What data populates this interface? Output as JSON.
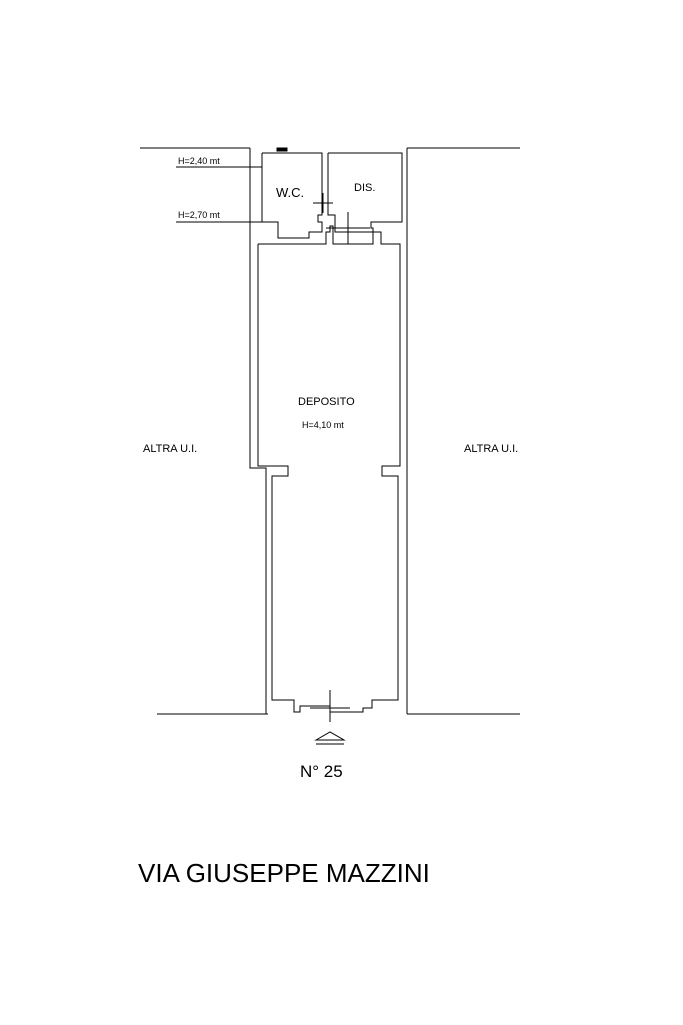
{
  "labels": {
    "h_wc": "H=2,40 mt",
    "h_dis": "H=2,70 mt",
    "wc": "W.C.",
    "dis": "DIS.",
    "deposito": "DEPOSITO",
    "h_deposito": "H=4,10 mt",
    "altra_left": "ALTRA U.I.",
    "altra_right": "ALTRA U.I.",
    "civic_number": "N° 25",
    "street_name": "VIA GIUSEPPE MAZZINI"
  },
  "colors": {
    "line": "#000000",
    "background": "#ffffff"
  },
  "icons": {
    "entrance": "triangle-entrance-icon"
  }
}
